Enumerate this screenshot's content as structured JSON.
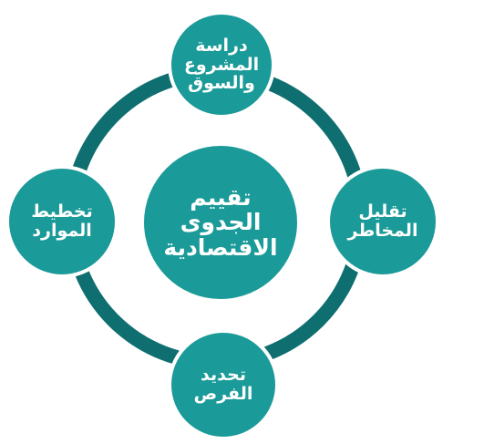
{
  "colors": {
    "ring": "#0e6e70",
    "node_fill": "#1a9a98",
    "node_border": "#ffffff",
    "text": "#ffffff"
  },
  "diagram": {
    "center": "تقييم\nالجدوى\nالاقتصادية",
    "top": "دراسة\nالمشروع\nوالسوق",
    "right": "تقليل\nالمخاطر",
    "bottom": "تحديد\nالفرص",
    "left": "تخطيط\nالموارد"
  }
}
